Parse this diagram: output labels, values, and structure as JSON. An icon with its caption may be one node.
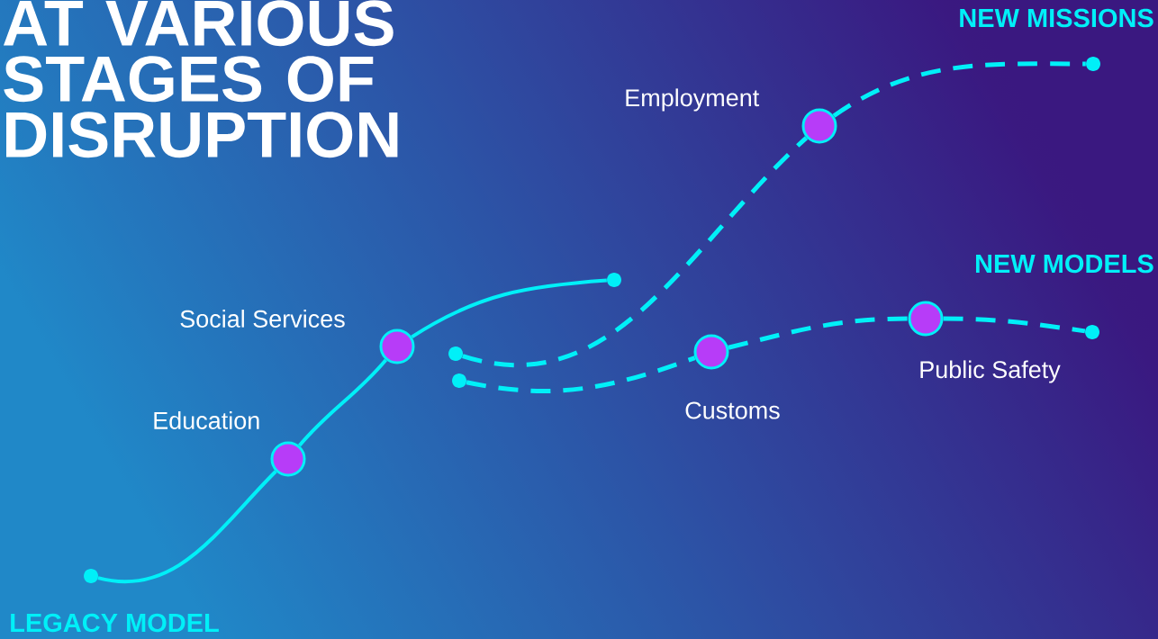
{
  "diagram": {
    "title": "AT VARIOUS STAGES OF DISRUPTION",
    "nodes": [
      {
        "text": [],
        "shape": "circle",
        "beside": [
          "LEGACY MODEL"
        ]
      },
      {
        "text": [],
        "shape": "circle",
        "beside": [
          "Education"
        ]
      },
      {
        "text": [],
        "shape": "circle",
        "beside": [
          "Social Services"
        ]
      },
      {
        "text": [],
        "shape": "circle"
      },
      {
        "text": [],
        "shape": "circle"
      },
      {
        "text": [],
        "shape": "circle",
        "beside": [
          "Employment"
        ]
      },
      {
        "text": [],
        "shape": "circle",
        "beside": [
          "NEW MISSIONS"
        ]
      },
      {
        "text": [],
        "shape": "circle"
      },
      {
        "text": [],
        "shape": "circle",
        "beside": [
          "Customs"
        ]
      },
      {
        "text": [],
        "shape": "circle",
        "beside": [
          "Public Safety"
        ]
      },
      {
        "text": [],
        "shape": "circle",
        "beside": [
          "NEW MODELS"
        ]
      }
    ],
    "edges": [
      {
        "from": 0,
        "to": 1,
        "arrow": "none"
      },
      {
        "from": 1,
        "to": 2,
        "arrow": "none"
      },
      {
        "from": 2,
        "to": 3,
        "arrow": "none"
      },
      {
        "from": 4,
        "to": 5,
        "arrow": "none",
        "style": "dashed"
      },
      {
        "from": 5,
        "to": 6,
        "arrow": "none",
        "style": "dashed"
      },
      {
        "from": 7,
        "to": 8,
        "arrow": "none",
        "style": "dashed"
      },
      {
        "from": 8,
        "to": 9,
        "arrow": "none",
        "style": "dashed"
      },
      {
        "from": 9,
        "to": 10,
        "arrow": "none",
        "style": "dashed"
      }
    ]
  }
}
